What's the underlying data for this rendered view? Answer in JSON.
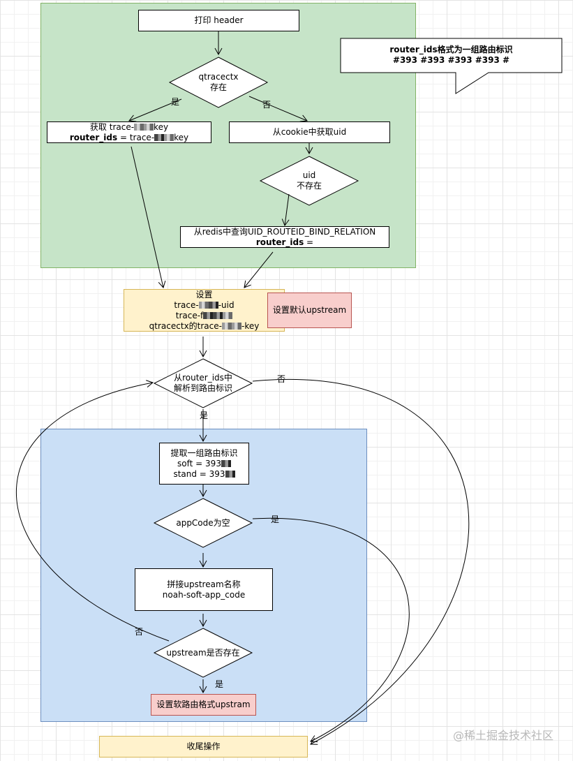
{
  "nodes": {
    "print_header": "打印 header",
    "qtracectx_line1": "qtracectx",
    "qtracectx_line2": "存在",
    "get_trace_key_line1_a": "获取 trace-",
    "get_trace_key_line1_b": "key",
    "get_trace_key_line2_bold": "router_ids",
    "get_trace_key_line2_a": " = trace-",
    "get_trace_key_line2_b": "key",
    "get_uid_from_cookie": "从cookie中获取uid",
    "uid_line1": "uid",
    "uid_line2": "不存在",
    "redis_query_line1": "从redis中查询UID_ROUTEID_BIND_RELATION",
    "redis_query_line2_bold": "router_ids",
    "redis_query_line2_rest": " =",
    "set_line1": "设置",
    "set_line2_a": "trace-",
    "set_line2_b": "-uid",
    "set_line3_a": "trace-f",
    "set_line4_a": "qtracectx的trace-",
    "set_line4_b": "-key",
    "default_upstream": "设置默认upstream",
    "parse_line1": "从router_ids中",
    "parse_line2": "解析到路由标识",
    "extract_line1": "提取一组路由标识",
    "extract_line2": "soft = 393",
    "extract_line3": "stand = 393",
    "appcode_empty": "appCode为空",
    "concat_line1": "拼接upstream名称",
    "concat_line2": "noah-soft-app_code",
    "upstream_exists": "upstream是否存在",
    "set_soft_route": "设置软路由格式upstram",
    "finish": "收尾操作"
  },
  "callout": {
    "line1": "router_ids格式为一组路由标识",
    "line2": "#393 #393 #393 #393 #"
  },
  "edge_labels": {
    "qtracectx_yes": "是",
    "qtracectx_no": "否",
    "parse_yes": "是",
    "parse_no": "否",
    "appcode_yes": "是",
    "upstream_yes": "是",
    "upstream_no": "否"
  },
  "watermark": "@稀土掘金技术社区",
  "colors": {
    "green_container": "#c6e4c8",
    "blue_container": "#cadff6",
    "yellow_node": "#fff2cc",
    "red_node": "#f8cecc"
  }
}
